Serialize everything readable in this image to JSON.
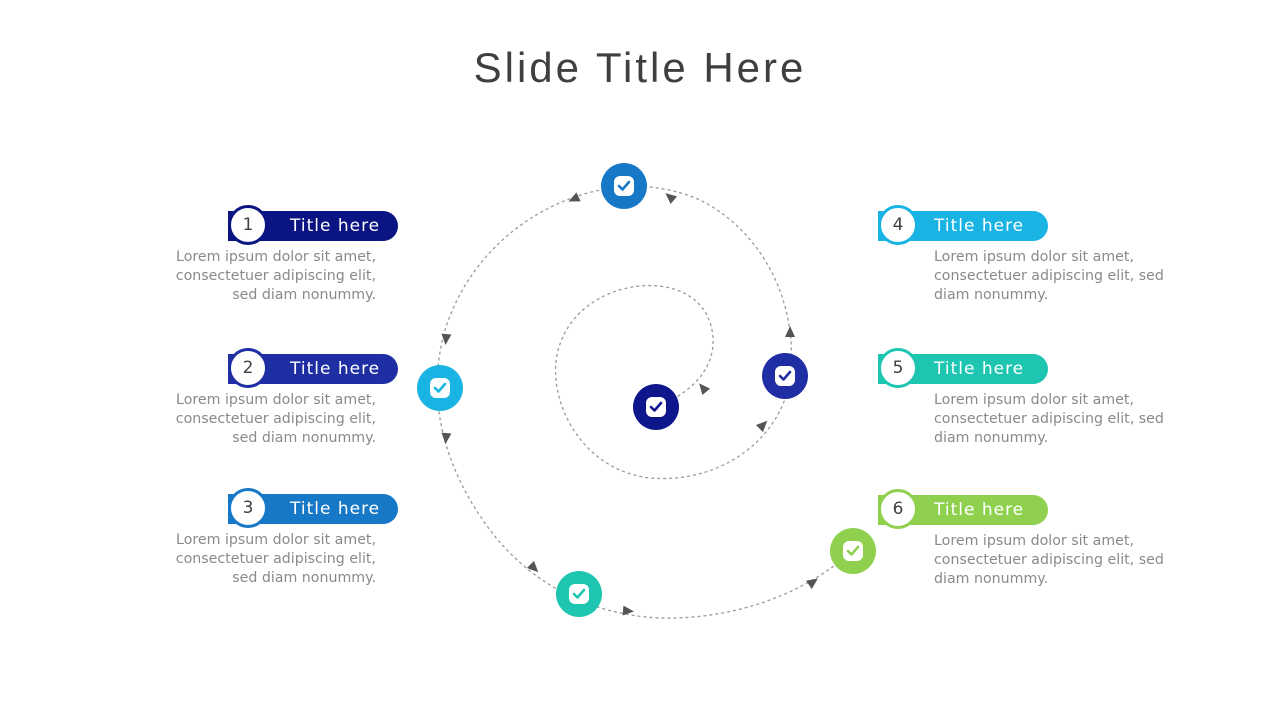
{
  "title": "Slide Title Here",
  "colors": {
    "navy": "#0a1583",
    "indigo": "#1f2fa3",
    "blue": "#1878c8",
    "sky": "#19b4e4",
    "teal": "#1ec5b0",
    "green": "#8fd14f",
    "center": "#0d168a",
    "dashes": "#9a9a9a",
    "arrows": "#555555"
  },
  "nodes": [
    {
      "name": "center",
      "color": "#0d168a",
      "icon": "check-shield-icon"
    },
    {
      "name": "node-a",
      "color": "#1f2fa3",
      "icon": "check-shield-icon"
    },
    {
      "name": "node-b",
      "color": "#1878c8",
      "icon": "check-shield-icon"
    },
    {
      "name": "node-c",
      "color": "#19b4e4",
      "icon": "check-shield-icon"
    },
    {
      "name": "node-d",
      "color": "#1ec5b0",
      "icon": "check-shield-icon"
    },
    {
      "name": "node-e",
      "color": "#8fd14f",
      "icon": "check-shield-icon"
    }
  ],
  "items": [
    {
      "number": "1",
      "title": "Title here",
      "color": "#0a1583",
      "text": "Lorem ipsum dolor sit amet, consectetuer adipiscing elit, sed diam nonummy."
    },
    {
      "number": "2",
      "title": "Title here",
      "color": "#1f2fa3",
      "text": "Lorem ipsum dolor sit amet, consectetuer adipiscing elit, sed diam nonummy."
    },
    {
      "number": "3",
      "title": "Title here",
      "color": "#1878c8",
      "text": "Lorem ipsum dolor sit amet, consectetuer adipiscing elit, sed diam nonummy."
    },
    {
      "number": "4",
      "title": "Title here",
      "color": "#19b4e4",
      "text": "Lorem ipsum dolor sit amet, consectetuer adipiscing elit, sed diam nonummy."
    },
    {
      "number": "5",
      "title": "Title here",
      "color": "#1ec5b0",
      "text": "Lorem ipsum dolor sit amet, consectetuer adipiscing elit, sed diam nonummy."
    },
    {
      "number": "6",
      "title": "Title here",
      "color": "#8fd14f",
      "text": "Lorem ipsum dolor sit amet, consectetuer adipiscing elit, sed diam nonummy."
    }
  ]
}
